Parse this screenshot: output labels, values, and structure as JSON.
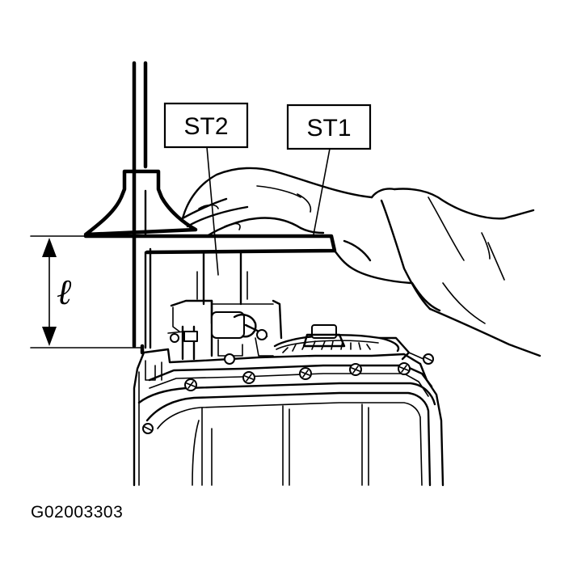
{
  "callouts": {
    "st2": "ST2",
    "st1": "ST1"
  },
  "dimension": {
    "symbol": "ℓ"
  },
  "figure_code": "G02003303"
}
